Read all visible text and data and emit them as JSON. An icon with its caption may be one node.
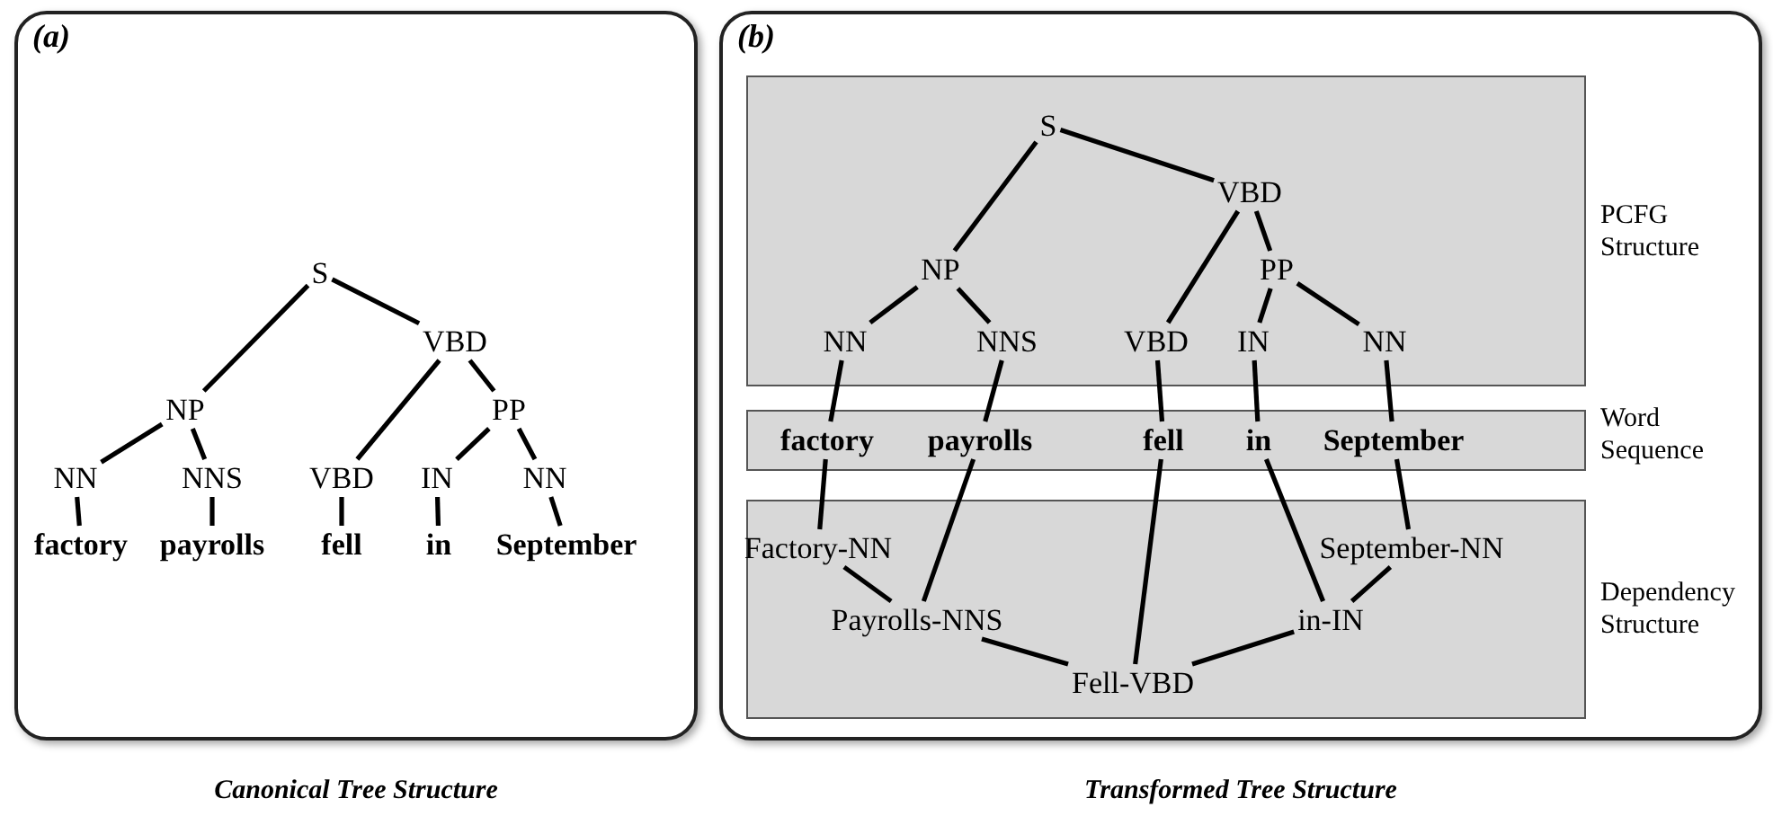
{
  "diagram": {
    "nodes": [
      {
        "text": [
          "(a)"
        ],
        "beside": [
          "Canonical Tree Structure"
        ]
      },
      {
        "text": [
          "S"
        ],
        "in": 0
      },
      {
        "text": [
          "VBD"
        ],
        "in": 0
      },
      {
        "text": [
          "NP"
        ],
        "in": 0
      },
      {
        "text": [
          "PP"
        ],
        "in": 0
      },
      {
        "text": [
          "NN"
        ],
        "in": 0
      },
      {
        "text": [
          "NNS"
        ],
        "in": 0
      },
      {
        "text": [
          "VBD"
        ],
        "in": 0
      },
      {
        "text": [
          "IN"
        ],
        "in": 0
      },
      {
        "text": [
          "NN"
        ],
        "in": 0
      },
      {
        "text": [
          "factory"
        ],
        "in": 0
      },
      {
        "text": [
          "payrolls"
        ],
        "in": 0
      },
      {
        "text": [
          "fell"
        ],
        "in": 0
      },
      {
        "text": [
          "in"
        ],
        "in": 0
      },
      {
        "text": [
          "September"
        ],
        "in": 0
      },
      {
        "text": [
          "(b)"
        ],
        "beside": [
          "Transformed Tree Structure"
        ]
      },
      {
        "text": [
          "PCFG Structure"
        ],
        "in": 15
      },
      {
        "text": [
          "S"
        ],
        "in": 16
      },
      {
        "text": [
          "VBD"
        ],
        "in": 16
      },
      {
        "text": [
          "NP"
        ],
        "in": 16
      },
      {
        "text": [
          "PP"
        ],
        "in": 16
      },
      {
        "text": [
          "NN"
        ],
        "in": 16
      },
      {
        "text": [
          "NNS"
        ],
        "in": 16
      },
      {
        "text": [
          "VBD"
        ],
        "in": 16
      },
      {
        "text": [
          "IN"
        ],
        "in": 16
      },
      {
        "text": [
          "NN"
        ],
        "in": 16
      },
      {
        "text": [
          "Word Sequence"
        ],
        "in": 15
      },
      {
        "text": [
          "factory"
        ],
        "in": 26
      },
      {
        "text": [
          "payrolls"
        ],
        "in": 26
      },
      {
        "text": [
          "fell"
        ],
        "in": 26
      },
      {
        "text": [
          "in"
        ],
        "in": 26
      },
      {
        "text": [
          "September"
        ],
        "in": 26
      },
      {
        "text": [
          "Dependency Structure"
        ],
        "in": 15
      },
      {
        "text": [
          "Factory-NN"
        ],
        "in": 32
      },
      {
        "text": [
          "September-NN"
        ],
        "in": 32
      },
      {
        "text": [
          "Payrolls-NNS"
        ],
        "in": 32
      },
      {
        "text": [
          "in-IN"
        ],
        "in": 32
      },
      {
        "text": [
          "Fell-VBD"
        ],
        "in": 32
      }
    ],
    "edges": [
      {
        "from": 1,
        "to": 3,
        "arrow": "none"
      },
      {
        "from": 1,
        "to": 2,
        "arrow": "none"
      },
      {
        "from": 3,
        "to": 5,
        "arrow": "none"
      },
      {
        "from": 3,
        "to": 6,
        "arrow": "none"
      },
      {
        "from": 2,
        "to": 7,
        "arrow": "none"
      },
      {
        "from": 2,
        "to": 4,
        "arrow": "none"
      },
      {
        "from": 4,
        "to": 8,
        "arrow": "none"
      },
      {
        "from": 4,
        "to": 9,
        "arrow": "none"
      },
      {
        "from": 5,
        "to": 10,
        "arrow": "none"
      },
      {
        "from": 6,
        "to": 11,
        "arrow": "none"
      },
      {
        "from": 7,
        "to": 12,
        "arrow": "none"
      },
      {
        "from": 8,
        "to": 13,
        "arrow": "none"
      },
      {
        "from": 9,
        "to": 14,
        "arrow": "none"
      },
      {
        "from": 17,
        "to": 19,
        "arrow": "none"
      },
      {
        "from": 17,
        "to": 18,
        "arrow": "none"
      },
      {
        "from": 19,
        "to": 21,
        "arrow": "none"
      },
      {
        "from": 19,
        "to": 22,
        "arrow": "none"
      },
      {
        "from": 18,
        "to": 23,
        "arrow": "none"
      },
      {
        "from": 18,
        "to": 20,
        "arrow": "none"
      },
      {
        "from": 20,
        "to": 24,
        "arrow": "none"
      },
      {
        "from": 20,
        "to": 25,
        "arrow": "none"
      },
      {
        "from": 21,
        "to": 27,
        "arrow": "none"
      },
      {
        "from": 22,
        "to": 28,
        "arrow": "none"
      },
      {
        "from": 23,
        "to": 29,
        "arrow": "none"
      },
      {
        "from": 24,
        "to": 30,
        "arrow": "none"
      },
      {
        "from": 25,
        "to": 31,
        "arrow": "none"
      },
      {
        "from": 27,
        "to": 33,
        "arrow": "none"
      },
      {
        "from": 28,
        "to": 35,
        "arrow": "none"
      },
      {
        "from": 29,
        "to": 37,
        "arrow": "none"
      },
      {
        "from": 30,
        "to": 36,
        "arrow": "none"
      },
      {
        "from": 31,
        "to": 34,
        "arrow": "none"
      },
      {
        "from": 33,
        "to": 35,
        "arrow": "none"
      },
      {
        "from": 35,
        "to": 37,
        "arrow": "none"
      },
      {
        "from": 36,
        "to": 37,
        "arrow": "none"
      },
      {
        "from": 34,
        "to": 36,
        "arrow": "none"
      }
    ]
  }
}
